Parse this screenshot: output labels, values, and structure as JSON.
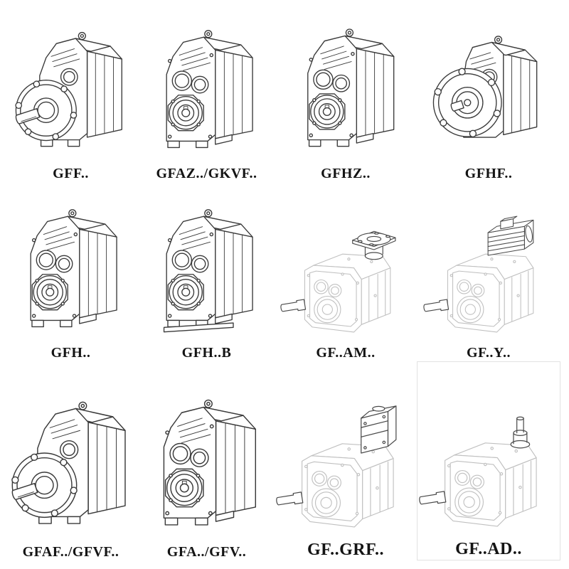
{
  "page": {
    "background": "#ffffff",
    "line_color": "#3a3a3a",
    "phantom_line_color": "#c0c0c0",
    "dark_part_line_color": "#4a4a4a",
    "label_color": "#141414"
  },
  "catalog": {
    "items": [
      {
        "label": "GFF..",
        "drawing": "parallel-shaft-gearbox-output-flange-solid-shaft"
      },
      {
        "label": "GFAZ../GKVF..",
        "drawing": "parallel-shaft-gearbox-hollow-bore"
      },
      {
        "label": "GFHZ..",
        "drawing": "parallel-shaft-gearbox-hollow-bore"
      },
      {
        "label": "GFHF..",
        "drawing": "parallel-shaft-gearbox-large-output-flange"
      },
      {
        "label": "GFH..",
        "drawing": "parallel-shaft-gearbox-hollow-bore"
      },
      {
        "label": "GFH..B",
        "drawing": "parallel-shaft-gearbox-hollow-bore-foot-mounted"
      },
      {
        "label": "GF..AM..",
        "drawing": "phantom-gearbox-with-motor-adapter-flange"
      },
      {
        "label": "GF..Y..",
        "drawing": "phantom-gearbox-with-mounted-motor"
      },
      {
        "label": "GFAF../GFVF..",
        "drawing": "parallel-shaft-gearbox-output-flange-solid-shaft"
      },
      {
        "label": "GFA../GFV..",
        "drawing": "parallel-shaft-gearbox-hollow-bore"
      },
      {
        "label": "GF..GRF..",
        "drawing": "phantom-gearbox-with-input-adapter-block"
      },
      {
        "label": "GF..AD..",
        "drawing": "phantom-gearbox-with-free-input-shaft"
      }
    ]
  }
}
